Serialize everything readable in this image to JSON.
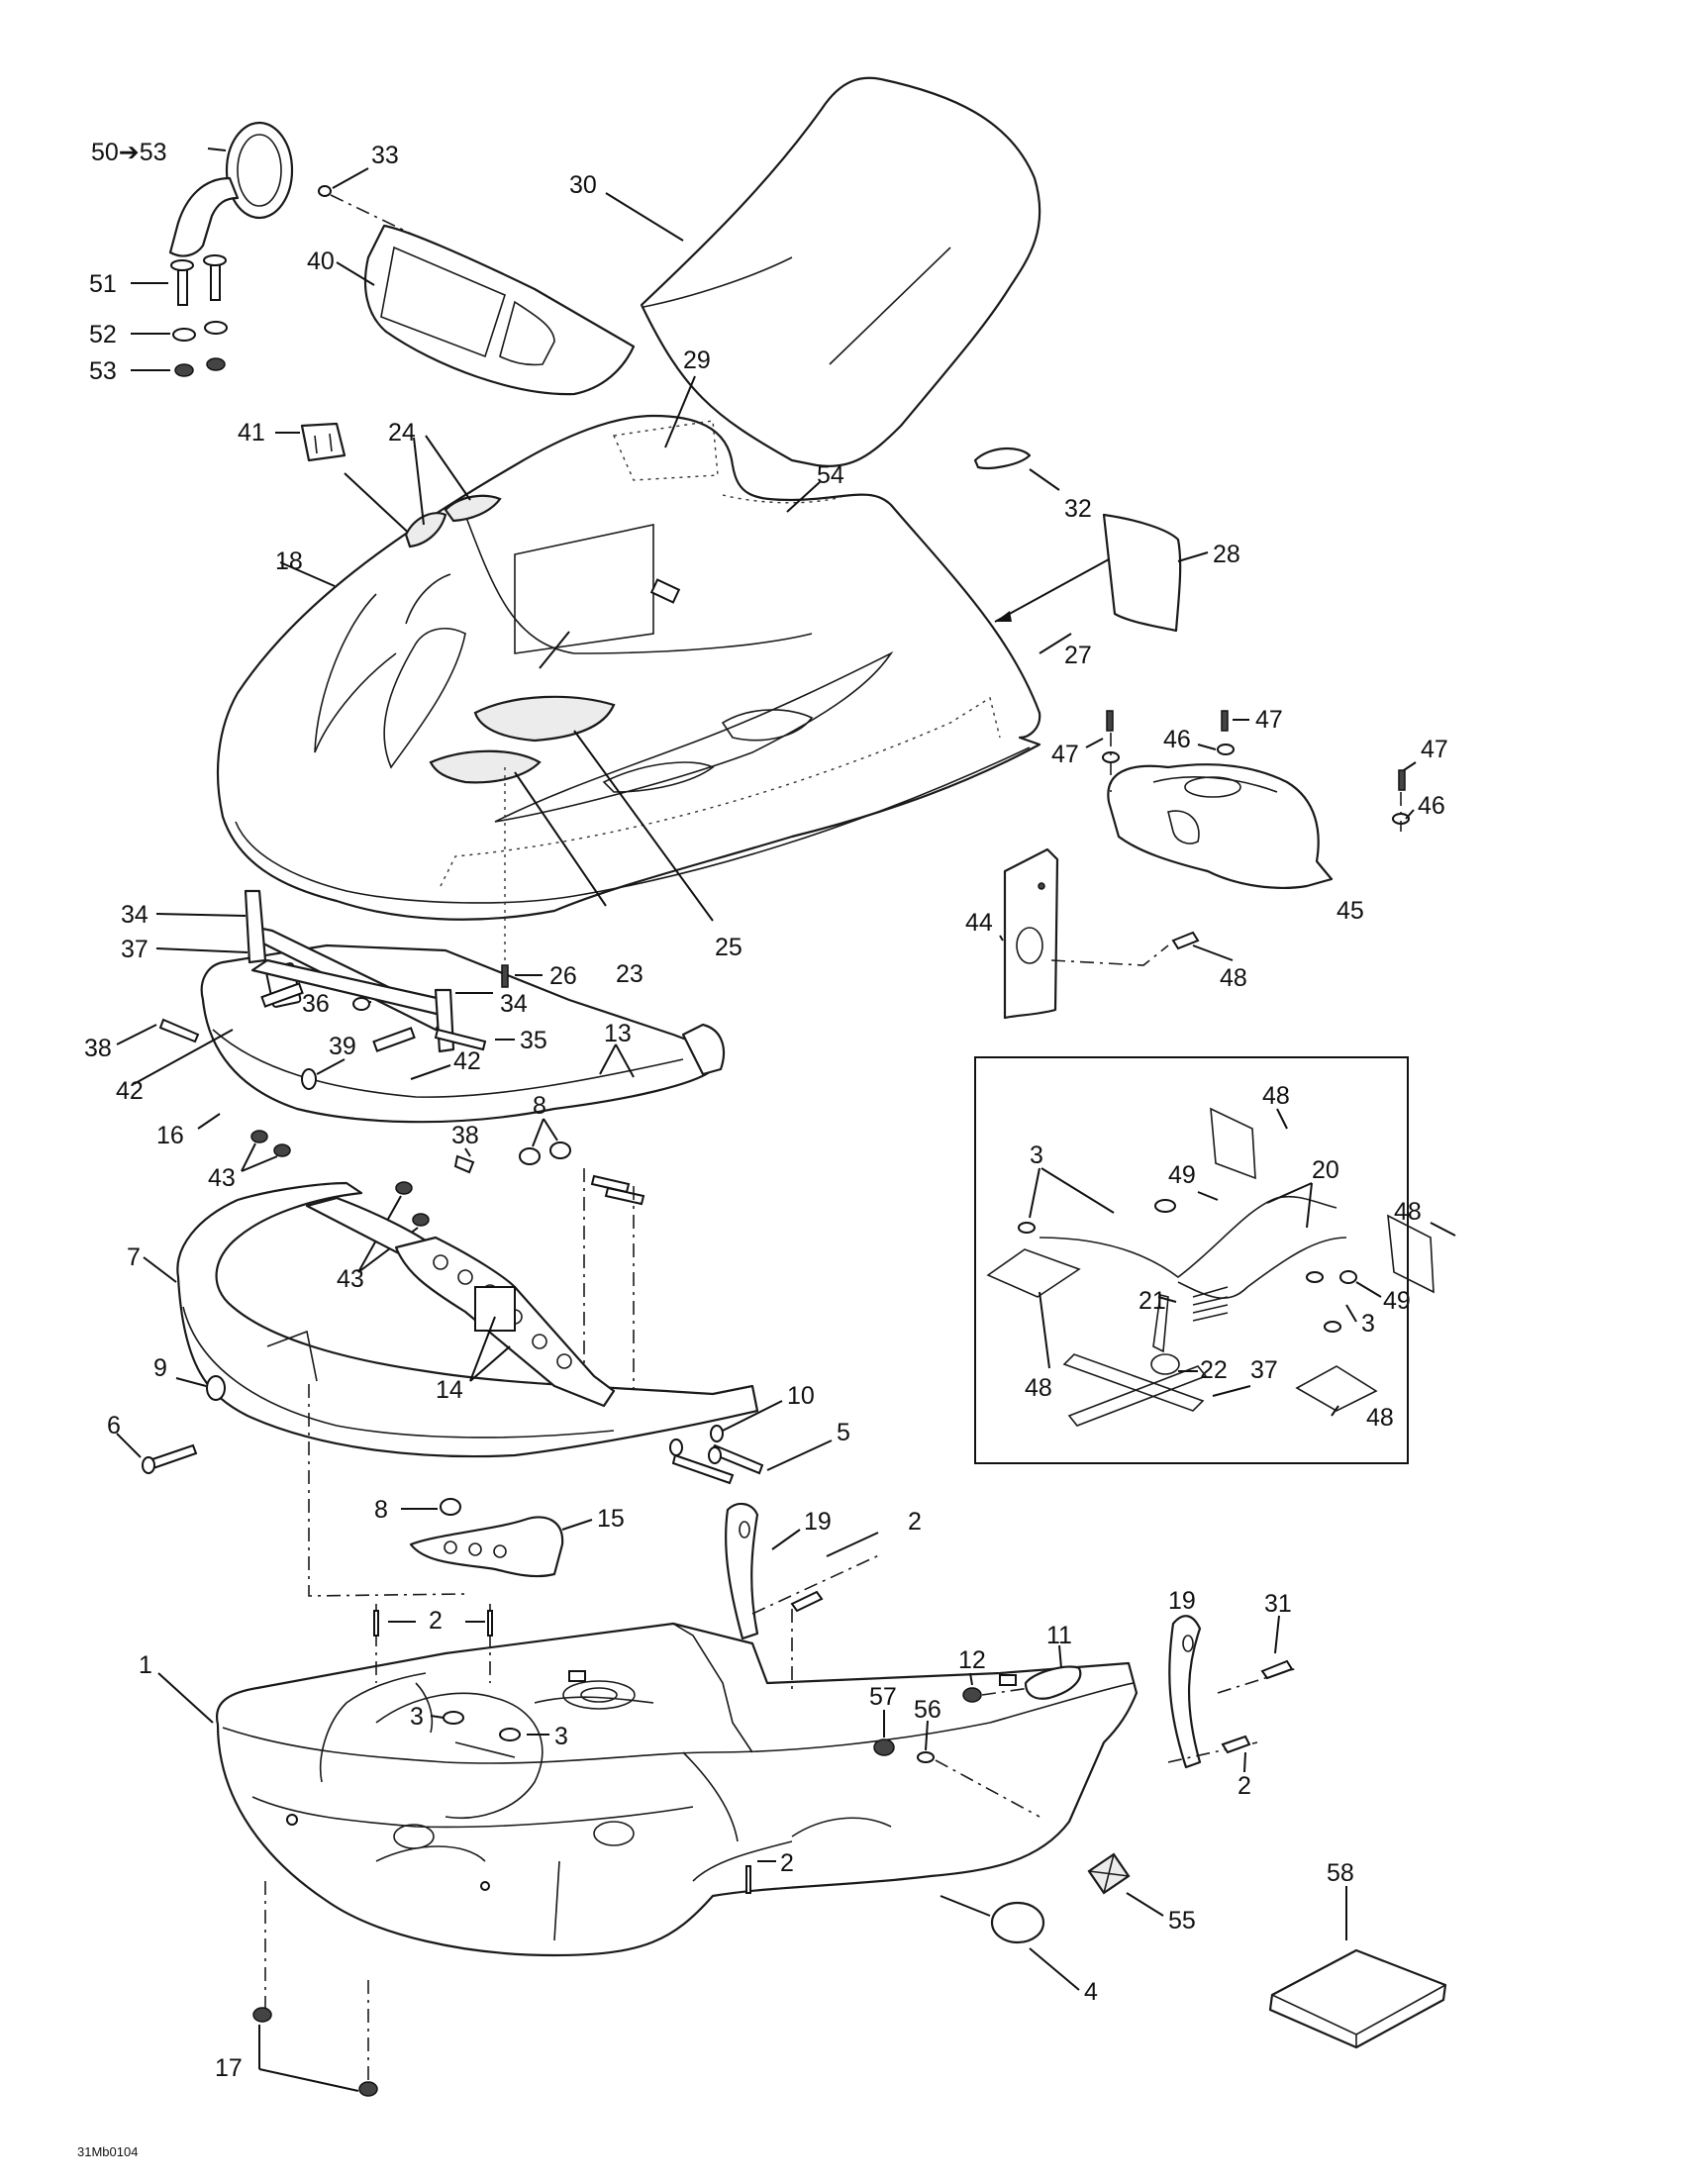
{
  "figure_code": "31Mb0104",
  "callouts": {
    "c50_53": "50➔53",
    "c51": "51",
    "c52": "52",
    "c53": "53",
    "c33": "33",
    "c30": "30",
    "c40": "40",
    "c29": "29",
    "c41": "41",
    "c24": "24",
    "c54": "54",
    "c32": "32",
    "c18": "18",
    "c28": "28",
    "c27": "27",
    "c47a": "47",
    "c47b": "47",
    "c47c": "47",
    "c46a": "46",
    "c46b": "46",
    "c34a": "34",
    "c37": "37",
    "c26": "26",
    "c23": "23",
    "c25": "25",
    "c44": "44",
    "c45": "45",
    "c48": "48",
    "c36": "36",
    "c34b": "34",
    "c35": "35",
    "c38a": "38",
    "c13": "13",
    "c39": "39",
    "c42a": "42",
    "c42b": "42",
    "c16": "16",
    "c8a": "8",
    "c38b": "38",
    "c43a": "43",
    "c43b": "43",
    "c7": "7",
    "c14": "14",
    "c10": "10",
    "c9": "9",
    "c5": "5",
    "c6": "6",
    "c8b": "8",
    "c15": "15",
    "c19a": "19",
    "c2a": "2",
    "c2b": "2",
    "c19b": "19",
    "c31": "31",
    "c3a": "3",
    "c3b": "3",
    "c12": "12",
    "c11": "11",
    "c57": "57",
    "c56": "56",
    "c2c": "2",
    "c2d": "2",
    "c1": "1",
    "c58": "58",
    "c55": "55",
    "c4": "4",
    "c17": "17",
    "i48a": "48",
    "i49a": "49",
    "i3a": "3",
    "i20": "20",
    "i48b": "48",
    "i49b": "49",
    "i21": "21",
    "i3b": "3",
    "i22": "22",
    "i37": "37",
    "i48c": "48",
    "i48d": "48"
  }
}
